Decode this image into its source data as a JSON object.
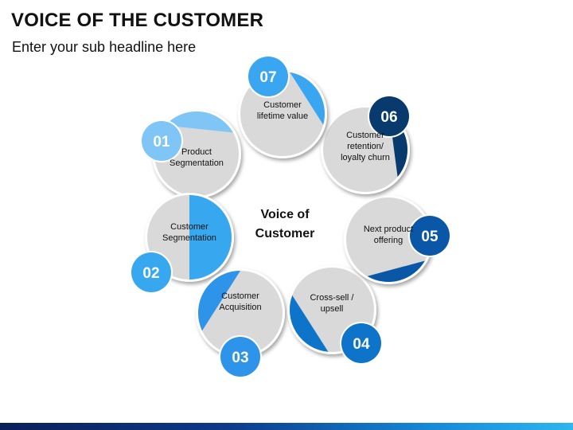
{
  "header": {
    "title": "VOICE OF THE CUSTOMER",
    "subtitle": "Enter your sub headline here"
  },
  "center": {
    "line1": "Voice of",
    "line2": "Customer"
  },
  "items": [
    {
      "number": "01",
      "lines": [
        "Product",
        "Segmentation"
      ],
      "color": "#7fc5f5"
    },
    {
      "number": "02",
      "lines": [
        "Customer",
        "Segmentation"
      ],
      "color": "#37a8f0"
    },
    {
      "number": "03",
      "lines": [
        "Customer",
        "Acquisition"
      ],
      "color": "#2e94ea"
    },
    {
      "number": "04",
      "lines": [
        "Cross-sell /",
        "upsell"
      ],
      "color": "#0d74c9"
    },
    {
      "number": "05",
      "lines": [
        "Next product",
        "offering"
      ],
      "color": "#0a57a8"
    },
    {
      "number": "06",
      "lines": [
        "Customer",
        "retention/",
        "loyalty churn"
      ],
      "color": "#083a6e"
    },
    {
      "number": "07",
      "lines": [
        "Customer",
        "lifetime value"
      ],
      "color": "#3aa6f2"
    }
  ]
}
